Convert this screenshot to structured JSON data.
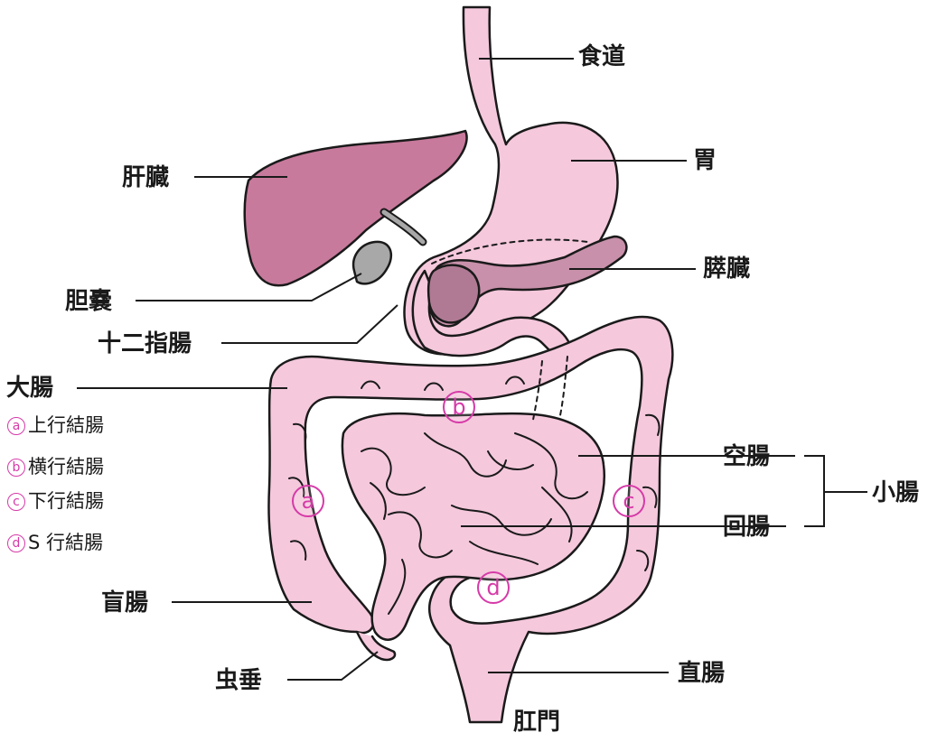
{
  "labels": {
    "esophagus": "食道",
    "stomach": "胃",
    "liver": "肝臓",
    "pancreas": "膵臓",
    "gallbladder": "胆嚢",
    "duodenum": "十二指腸",
    "large_intestine": "大腸",
    "jejunum": "空腸",
    "small_intestine": "小腸",
    "ileum": "回腸",
    "cecum": "盲腸",
    "appendix": "虫垂",
    "rectum": "直腸",
    "anus": "肛門"
  },
  "colon_parts": [
    {
      "marker": "a",
      "text": "上行結腸"
    },
    {
      "marker": "b",
      "text": "横行結腸"
    },
    {
      "marker": "c",
      "text": "下行結腸"
    },
    {
      "marker": "d",
      "text": "S 行結腸"
    }
  ],
  "segment_markers": {
    "a": "a",
    "b": "b",
    "c": "c",
    "d": "d"
  },
  "colors": {
    "organ_pink": "#f5c8dc",
    "liver": "#c87a9c",
    "pancreas": "#c890aa",
    "duodenum_dark": "#b07a94",
    "gallbladder": "#a8a8a8",
    "outline": "#1a1a1a",
    "marker": "#d63aa8"
  }
}
